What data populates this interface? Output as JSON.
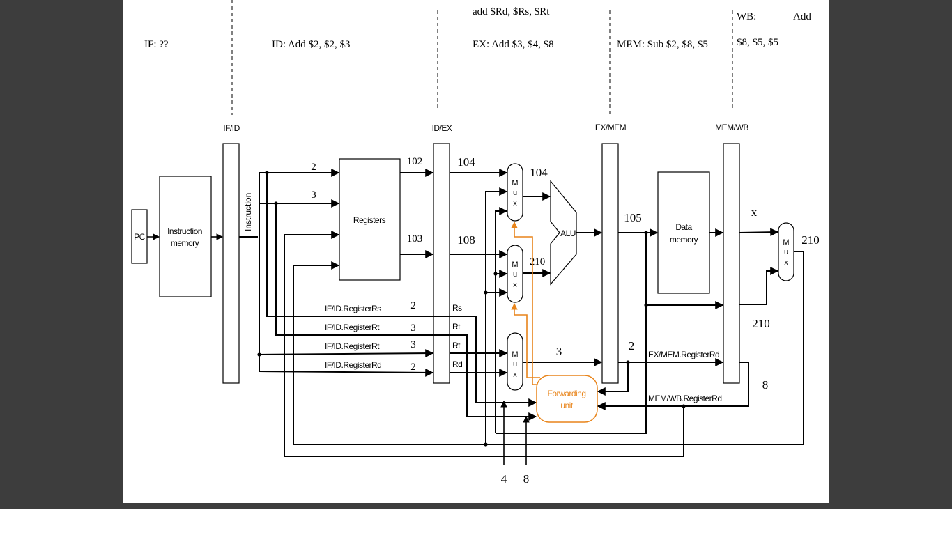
{
  "stages": {
    "if": "IF: ??",
    "id": "ID: Add  $2, $2, $3",
    "ex_format": "add $Rd, $Rs, $Rt",
    "ex": "EX: Add   $3, $4, $8",
    "mem": "MEM: Sub   $2, $8, $5",
    "wb": "WB:",
    "wb_op": "Add",
    "wb_args": "$8, $5, $5"
  },
  "pipeline_registers": [
    "IF/ID",
    "ID/EX",
    "EX/MEM",
    "MEM/WB"
  ],
  "blocks": {
    "pc": "PC",
    "imem_line1": "Instruction",
    "imem_line2": "memory",
    "instruction": "Instruction",
    "registers": "Registers",
    "alu": "ALU",
    "dmem_line1": "Data",
    "dmem_line2": "memory",
    "mux_letters": [
      "M",
      "u",
      "x"
    ],
    "forward_line1": "Forwarding",
    "forward_line2": "unit"
  },
  "signals": {
    "ifid_rs": "IF/ID.RegisterRs",
    "ifid_rt1": "IF/ID.RegisterRt",
    "ifid_rt2": "IF/ID.RegisterRt",
    "ifid_rd": "IF/ID.RegisterRd",
    "rs": "Rs",
    "rt1": "Rt",
    "rt2": "Rt",
    "rd": "Rd",
    "exmem_rd": "EX/MEM.RegisterRd",
    "memwb_rd": "MEM/WB.RegisterRd"
  },
  "values": {
    "read_reg1": "2",
    "read_reg2": "3",
    "read_data1": "102",
    "read_data2": "103",
    "idex_a": "104",
    "idex_b": "108",
    "alu_in_a": "104",
    "alu_in_b": "210",
    "alu_out": "105",
    "dmem_out": "x",
    "wb_result": "210",
    "memwb_alu": "210",
    "rs_val": "2",
    "rt_val1": "3",
    "rt_val2": "3",
    "rd_val": "2",
    "idex_rd_out": "3",
    "exmem_rd_val": "2",
    "memwb_rd_val": "8",
    "fwd_in1": "4",
    "fwd_in2": "8"
  },
  "colors": {
    "forwarding": "#e8841a",
    "frame": "#3d3d3d",
    "page": "#ffffff"
  }
}
